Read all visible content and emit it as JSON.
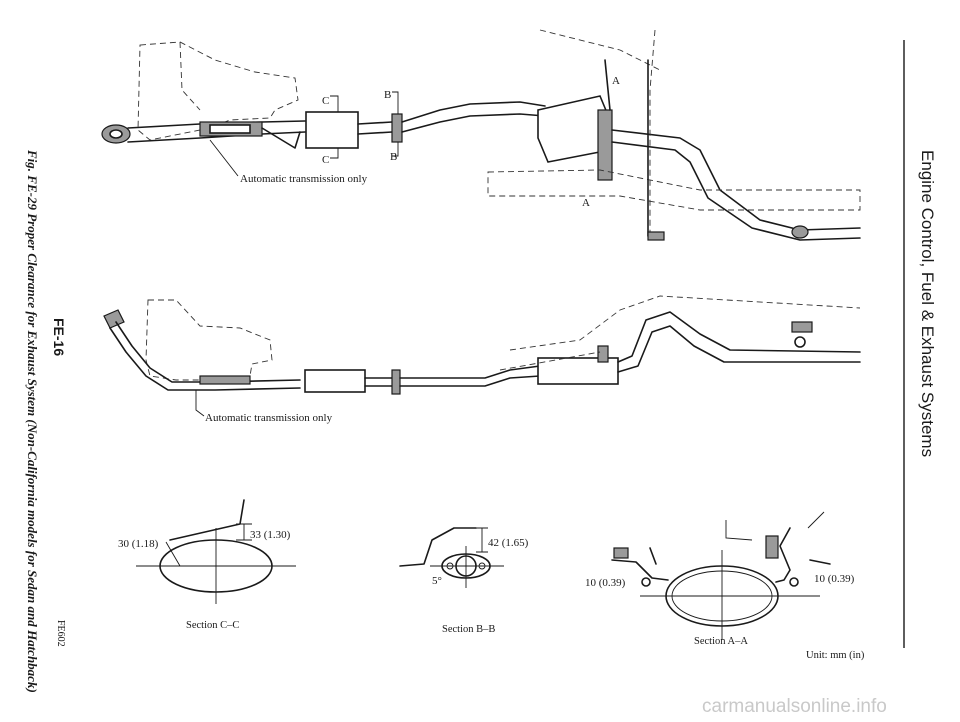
{
  "header": {
    "section_title": "Engine Control, Fuel & Exhaust Systems"
  },
  "figure": {
    "caption": "Fig. FE-29 Proper Clearance for Exhaust System (Non-California models for Sedan and Hatchback)",
    "code": "FE602",
    "page_number": "FE-16"
  },
  "top_view": {
    "note": "Automatic transmission only",
    "marks": {
      "a_top": "A",
      "a_bottom": "A",
      "b_top": "B",
      "b_bottom": "B",
      "c_top": "C",
      "c_bottom": "C"
    }
  },
  "side_view": {
    "note": "Automatic transmission only"
  },
  "section_cc": {
    "title": "Section C–C",
    "dim_left": "30 (1.18)",
    "dim_right": "33 (1.30)"
  },
  "section_bb": {
    "title": "Section B–B",
    "dim": "42 (1.65)",
    "angle": "5°"
  },
  "section_aa": {
    "title": "Section A–A",
    "dim_left": "10 (0.39)",
    "dim_right": "10 (0.39)"
  },
  "unit_label": "Unit: mm (in)",
  "watermark": "carmanualsonline.info"
}
